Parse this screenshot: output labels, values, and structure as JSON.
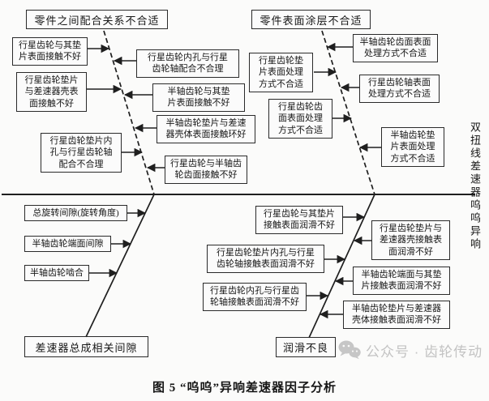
{
  "fishbone": {
    "effect": "双扭线差速器呜呜异响",
    "caption": "图 5  “呜呜”异响差速器因子分析",
    "watermark": {
      "icon": "wechat-icon",
      "text": "公众号 · 齿轮传动"
    },
    "colors": {
      "line": "#1f1f1f",
      "box_border": "#2a2a2a",
      "text": "#161616",
      "watermark": "#c3c3c3",
      "background": "#fbfbfa"
    },
    "branches": [
      {
        "label": "零件之间配合关系不合适",
        "causes": [
          "行星齿轮与其垫\n片表面接触不好",
          "行星齿轮内孔与行星\n齿轮轴配合不合理",
          "行星齿轮垫片\n与差速器壳表\n面接触不好",
          "半轴齿轮与其垫\n片表面接触不好",
          "半轴齿轮垫片与差速\n器壳体表面接触环好",
          "行星齿轮垫片内\n孔与行星齿轮轴\n配合不合理",
          "行星齿轮与半轴齿\n轮齿面接触不好"
        ]
      },
      {
        "label": "零件表面涂层不合适",
        "causes": [
          "半轴齿轮齿面表面\n处理方式不合适",
          "行星齿轮垫\n片表面处理\n方式不合适",
          "行星齿轮轴表面\n处理方式不合适",
          "行星齿轮齿\n面表面处理\n方式不合适",
          "半轴齿轮垫\n片表面处理\n方式不合适"
        ]
      },
      {
        "label": "差速器总成相关间隙",
        "causes": [
          "总旋转间隙(旋转角度)",
          "半轴齿轮端面间隙",
          "半轴齿轮啮合"
        ]
      },
      {
        "label": "润滑不良",
        "causes": [
          "行星齿轮与其垫片\n接触表面润滑不好",
          "行星齿轮垫片内孔与行星\n齿轮轴接触表面润滑不好",
          "行星齿轮内孔与行星齿\n轮轴接触表面润滑不好",
          "行星齿轮垫片与\n差速器壳接触表\n面润滑不好",
          "半轴齿轮端面与其垫\n片接触表面润滑不好",
          "半轴齿轮垫片与差速器\n壳体接触表面润滑不好"
        ]
      }
    ]
  }
}
